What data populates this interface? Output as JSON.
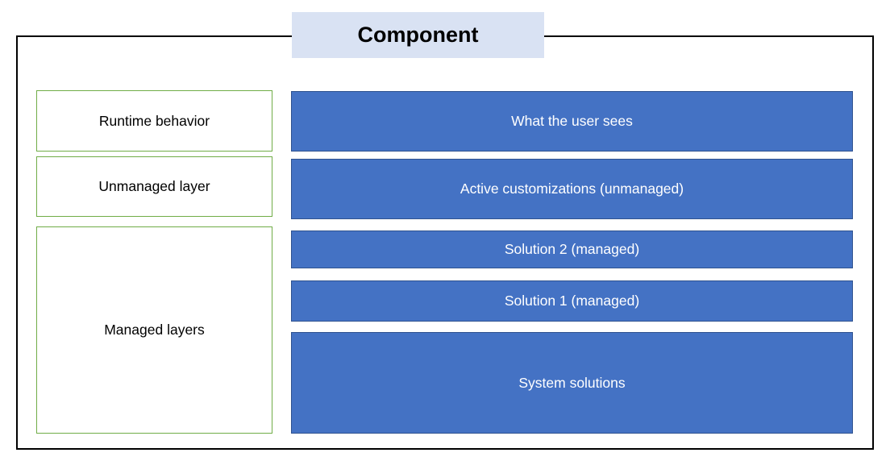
{
  "title": {
    "label": "Component"
  },
  "left_column": {
    "items": [
      {
        "label": "Runtime behavior"
      },
      {
        "label": "Unmanaged layer"
      },
      {
        "label": "Managed layers"
      }
    ]
  },
  "right_column": {
    "items": [
      {
        "label": "What the user sees"
      },
      {
        "label": "Active customizations (unmanaged)"
      },
      {
        "label": "Solution 2 (managed)"
      },
      {
        "label": "Solution 1 (managed)"
      },
      {
        "label": "System solutions"
      }
    ]
  },
  "colors": {
    "title_background": "#D9E2F3",
    "outer_frame_border": "#000000",
    "left_box_border": "#70AD47",
    "left_box_background": "#FFFFFF",
    "right_box_fill": "#4472C4",
    "right_box_border": "#2F528F",
    "right_box_text": "#FFFFFF",
    "text": "#000000"
  }
}
